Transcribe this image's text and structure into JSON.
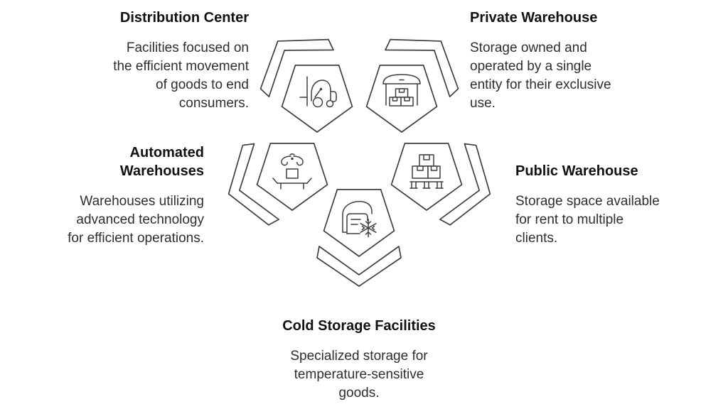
{
  "diagram": {
    "background_color": "#ffffff",
    "line_color": "#3f3f3f",
    "title_color": "#111111",
    "text_color": "#2e2e2e",
    "items": [
      {
        "id": "distribution-center",
        "position": "top-left",
        "title": "Distribution Center",
        "description_lines": [
          "Facilities focused on",
          "the efficient movement",
          "of goods to end",
          "consumers."
        ],
        "icon": "forklift-icon",
        "text_align": "right"
      },
      {
        "id": "private-warehouse",
        "position": "top-right",
        "title": "Private Warehouse",
        "description_lines": [
          "Storage owned and",
          "operated by a single",
          "entity for their exclusive",
          "use."
        ],
        "icon": "warehouse-building-icon",
        "text_align": "left"
      },
      {
        "id": "automated-warehouses",
        "position": "middle-left",
        "title": [
          "Automated",
          "Warehouses"
        ],
        "description_lines": [
          "Warehouses utilizing",
          "advanced technology",
          "for efficient operations."
        ],
        "icon": "robotic-arm-icon",
        "text_align": "right"
      },
      {
        "id": "public-warehouse",
        "position": "middle-right",
        "title": "Public Warehouse",
        "description_lines": [
          "Storage space available",
          "for rent to multiple",
          "clients."
        ],
        "icon": "pallet-boxes-icon",
        "text_align": "left"
      },
      {
        "id": "cold-storage-facilities",
        "position": "bottom-center",
        "title": "Cold Storage Facilities",
        "description_lines": [
          "Specialized storage for",
          "temperature-sensitive",
          "goods."
        ],
        "icon": "cold-storage-icon",
        "text_align": "center"
      }
    ]
  }
}
